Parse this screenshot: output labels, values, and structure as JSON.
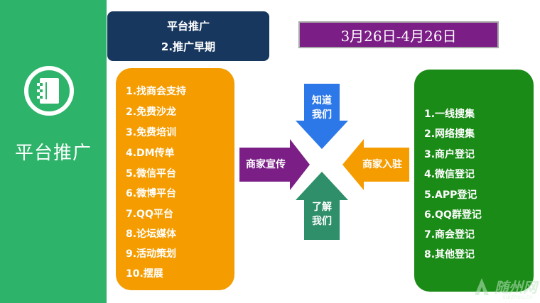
{
  "sidebar": {
    "title": "平台推广",
    "icon": "notebook-icon",
    "color": "#2db36a"
  },
  "header": {
    "line1": "平台推广",
    "line2": "2.推广早期",
    "color": "#17375e"
  },
  "date_range": "3月26日-4月26日",
  "left_list": {
    "color": "#f59c00",
    "items": [
      "1.找商会支持",
      "2.免费沙龙",
      "3.免费培训",
      "4.DM传单",
      "5.微信平台",
      "6.微博平台",
      "7.QQ平台",
      "8.论坛媒体",
      "9.活动策划",
      "10.摆展"
    ]
  },
  "right_list": {
    "color": "#1b8b17",
    "items": [
      "1.一线搜集",
      "2.网络搜集",
      "3.商户登记",
      "4.微信登记",
      "5.APP登记",
      "6.QQ群登记",
      "7.商会登记",
      "8.其他登记"
    ]
  },
  "arrows": {
    "top": {
      "line1": "知道",
      "line2": "我们",
      "color": "#2d78e8"
    },
    "bottom": {
      "line1": "了解",
      "line2": "我们",
      "color": "#2e8f6a"
    },
    "left": {
      "label": "商家宣传",
      "color": "#7b1f87"
    },
    "right": {
      "label": "商家入驻",
      "color": "#f59c00"
    }
  },
  "watermark": {
    "text": "随州网",
    "sub": "suizhou.cn",
    "logo": "watermark-logo-icon"
  }
}
